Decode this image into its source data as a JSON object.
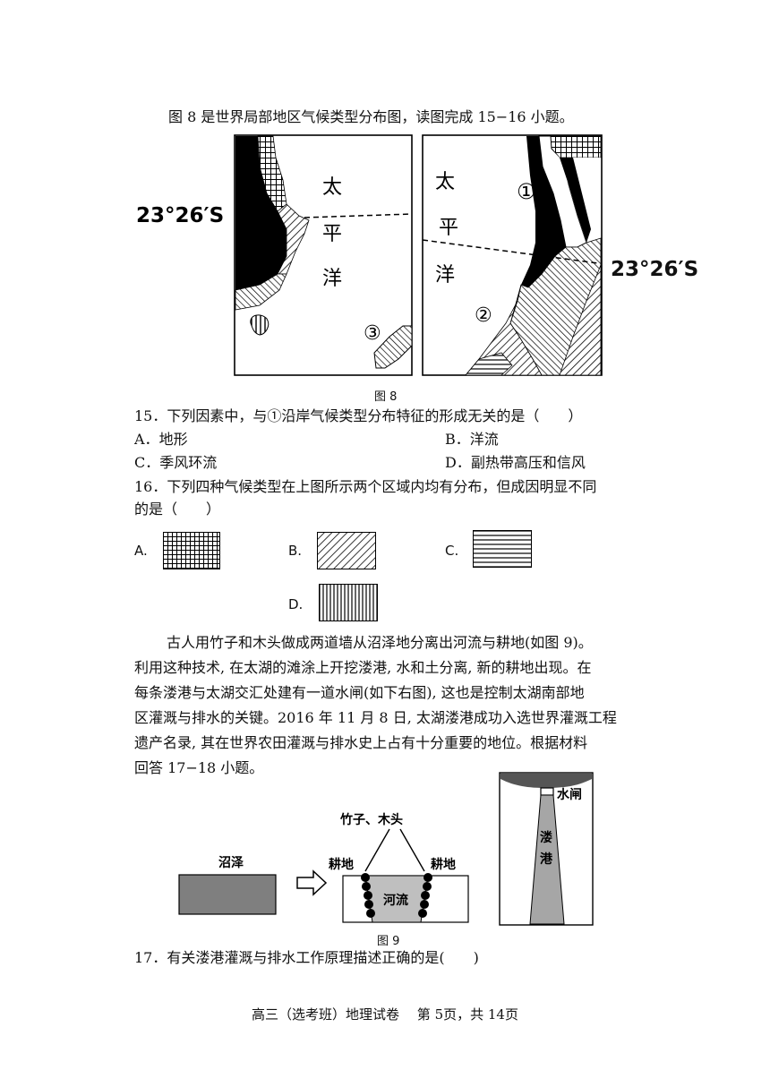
{
  "fig8": {
    "intro": "图 8 是世界局部地区气候类型分布图，读图完成 15−16 小题。",
    "left_lat": "23°26′S",
    "right_lat": "23°26′S",
    "ocean_chars": [
      "太",
      "平",
      "洋"
    ],
    "marker1": "①",
    "marker2": "②",
    "marker3": "③",
    "caption": "图 8"
  },
  "q15": {
    "stem": "15．下列因素中，与①沿岸气候类型分布特征的形成无关的是（　　）",
    "options": [
      {
        "label": "A．",
        "text": "地形"
      },
      {
        "label": "B．",
        "text": "洋流"
      },
      {
        "label": "C．",
        "text": "季风环流"
      },
      {
        "label": "D．",
        "text": "副热带高压和信风"
      }
    ]
  },
  "q16": {
    "stem_line1": "16．下列四种气候类型在上图所示两个区域内均有分布，但成因明显不同",
    "stem_line2": "的是（　　）",
    "option_labels": [
      "A.",
      "B.",
      "C.",
      "D."
    ],
    "option_patterns": [
      "grid-hatch",
      "diagonal-hatch",
      "horizontal-hatch",
      "vertical-hatch"
    ]
  },
  "material": {
    "lines": [
      "古人用竹子和木头做成两道墙从沼泽地分离出河流与耕地(如图 9)。",
      "利用这种技术, 在太湖的滩涂上开挖溇港, 水和土分离, 新的耕地出现。在",
      "每条溇港与太湖交汇处建有一道水闸(如下右图), 这也是控制太湖南部地",
      "区灌溉与排水的关键。2016 年 11 月 8 日, 太湖溇港成功入选世界灌溉工程",
      "遗产名录, 其在世界农田灌溉与排水史上占有十分重要的地位。根据材料",
      "回答 17−18 小题。"
    ]
  },
  "fig9": {
    "swamp": "沼泽",
    "bamboo_wood": "竹子、木头",
    "farmland_left": "耕地",
    "farmland_right": "耕地",
    "river": "河流",
    "sluice": "水闸",
    "lougang_1": "溇",
    "lougang_2": "港",
    "caption": "图 9"
  },
  "q17": {
    "stem": "17．有关溇港灌溉与排水工作原理描述正确的是(　　)"
  },
  "footer": {
    "text": "高三（选考班）地理试卷　 第 5页，共 14页"
  }
}
